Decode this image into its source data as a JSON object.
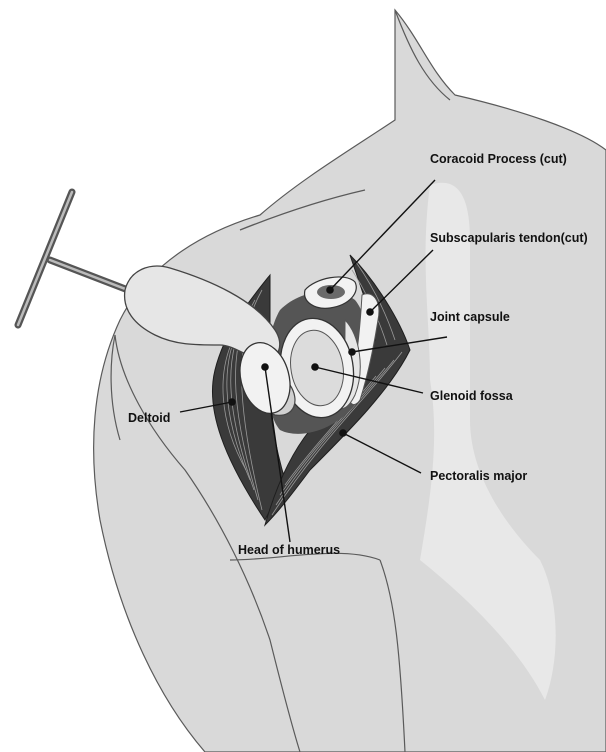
{
  "labels": {
    "coracoid": "Coracoid Process (cut)",
    "subscapularis": "Subscapularis tendon(cut)",
    "joint_capsule": "Joint capsule",
    "glenoid": "Glenoid fossa",
    "deltoid": "Deltoid",
    "pectoralis": "Pectoralis major",
    "humerus": "Head of humerus"
  },
  "colors": {
    "skin": "#d9d9d9",
    "skin_light": "#e8e8e8",
    "outline": "#5a5a5a",
    "muscle_dark": "#2e2e2e",
    "muscle_light": "#9a9a9a",
    "bone": "#f2f2f2",
    "leader": "#111111"
  }
}
